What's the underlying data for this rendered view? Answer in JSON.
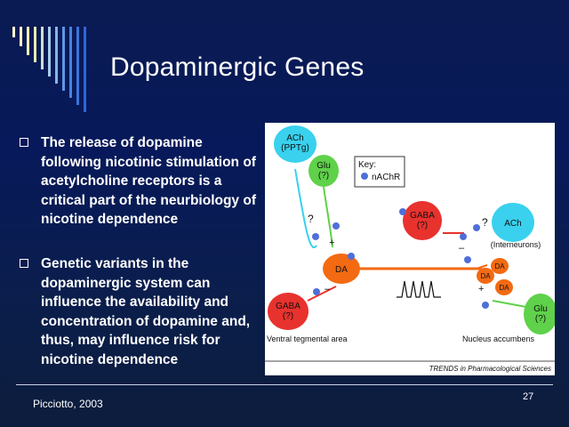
{
  "slide": {
    "title": "Dopaminergic Genes",
    "bullets": [
      "The release of dopamine following nicotinic stimulation of acetylcholine receptors is a critical part of the neurbiology of nicotine dependence",
      "Genetic variants in the dopaminergic system can influence the availability and concentration of dopamine and, thus, may influence risk for nicotine dependence"
    ],
    "citation": "Picciotto, 2003",
    "page_number": "27"
  },
  "figure": {
    "labels": {
      "ach_pptg_1": "ACh",
      "ach_pptg_2": "(PPTg)",
      "glu_top_1": "Glu",
      "glu_top_2": "(?)",
      "key_title": "Key:",
      "key_item": "nAChR",
      "gaba_mid_1": "GABA",
      "gaba_mid_2": "(?)",
      "ach_inter": "ACh",
      "interneurons": "(Interneurons)",
      "da_vta": "DA",
      "da_1": "DA",
      "da_2": "DA",
      "da_3": "DA",
      "gaba_low_1": "GABA",
      "gaba_low_2": "(?)",
      "glu_right_1": "Glu",
      "glu_right_2": "(?)",
      "q_left": "?",
      "q_right": "?",
      "plus_left": "+",
      "minus_left": "–",
      "minus_right": "–",
      "plus_right": "+",
      "vta": "Ventral tegmental area",
      "nucleus": "Nucleus accumbens",
      "credit": "TRENDS in Pharmacological Sciences"
    },
    "colors": {
      "ach": "#39d1ee",
      "glu": "#5fd14a",
      "gaba": "#e8322e",
      "da": "#f36a12",
      "receptor": "#4f6fd8"
    }
  }
}
